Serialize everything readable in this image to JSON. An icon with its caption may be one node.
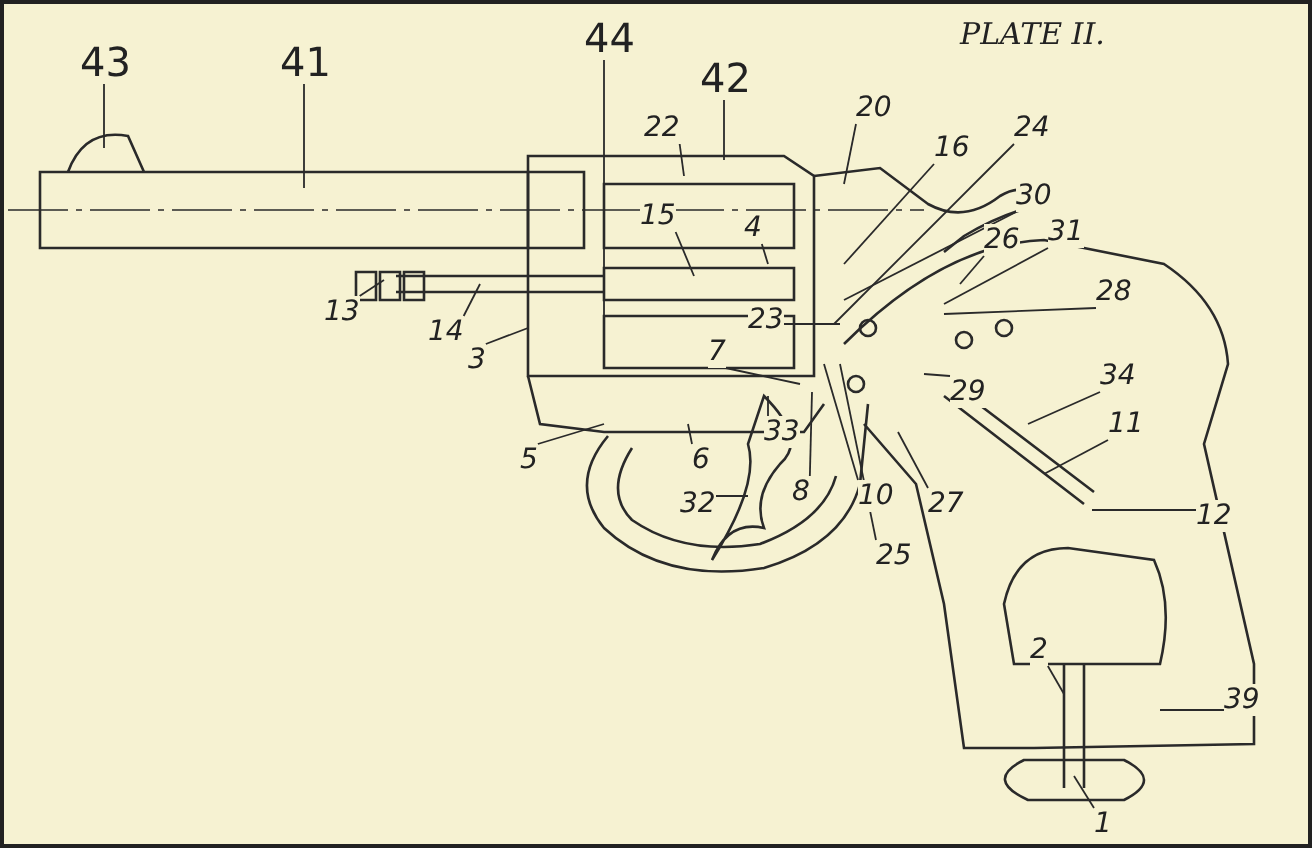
{
  "diagram": {
    "title": "PLATE II.",
    "nodes": [
      {
        "text": [
          "43"
        ]
      },
      {
        "text": [
          "41"
        ]
      },
      {
        "text": [
          "44"
        ]
      },
      {
        "text": [
          "42"
        ]
      },
      {
        "text": [
          "20"
        ]
      },
      {
        "text": [
          "22"
        ]
      },
      {
        "text": [
          "16"
        ]
      },
      {
        "text": [
          "24"
        ]
      },
      {
        "text": [
          "15"
        ]
      },
      {
        "text": [
          "4"
        ]
      },
      {
        "text": [
          "30"
        ]
      },
      {
        "text": [
          "26"
        ]
      },
      {
        "text": [
          "31"
        ]
      },
      {
        "text": [
          "28"
        ]
      },
      {
        "text": [
          "13"
        ]
      },
      {
        "text": [
          "14"
        ]
      },
      {
        "text": [
          "23"
        ]
      },
      {
        "text": [
          "3"
        ]
      },
      {
        "text": [
          "7"
        ]
      },
      {
        "text": [
          "29"
        ]
      },
      {
        "text": [
          "34"
        ]
      },
      {
        "text": [
          "11"
        ]
      },
      {
        "text": [
          "5"
        ]
      },
      {
        "text": [
          "6"
        ]
      },
      {
        "text": [
          "33"
        ]
      },
      {
        "text": [
          "8"
        ]
      },
      {
        "text": [
          "10"
        ]
      },
      {
        "text": [
          "27"
        ]
      },
      {
        "text": [
          "12"
        ]
      },
      {
        "text": [
          "32"
        ]
      },
      {
        "text": [
          "25"
        ]
      },
      {
        "text": [
          "2"
        ]
      },
      {
        "text": [
          "39"
        ]
      },
      {
        "text": [
          "1"
        ]
      }
    ],
    "edges": [
      {
        "from": 0,
        "to": null,
        "arrow": "none"
      },
      {
        "from": 1,
        "to": null,
        "arrow": "none"
      },
      {
        "from": 2,
        "to": null,
        "arrow": "none"
      },
      {
        "from": 3,
        "to": null,
        "arrow": "none"
      },
      {
        "from": 4,
        "to": null,
        "arrow": "none"
      },
      {
        "from": 5,
        "to": null,
        "arrow": "none"
      },
      {
        "from": 6,
        "to": null,
        "arrow": "none"
      },
      {
        "from": 7,
        "to": null,
        "arrow": "none"
      },
      {
        "from": 8,
        "to": null,
        "arrow": "none"
      },
      {
        "from": 9,
        "to": null,
        "arrow": "none"
      },
      {
        "from": 10,
        "to": null,
        "arrow": "none"
      },
      {
        "from": 11,
        "to": null,
        "arrow": "none"
      },
      {
        "from": 12,
        "to": null,
        "arrow": "none"
      },
      {
        "from": 13,
        "to": null,
        "arrow": "none"
      },
      {
        "from": 14,
        "to": null,
        "arrow": "none"
      },
      {
        "from": 15,
        "to": null,
        "arrow": "none"
      },
      {
        "from": 16,
        "to": null,
        "arrow": "none"
      },
      {
        "from": 17,
        "to": null,
        "arrow": "none"
      },
      {
        "from": 18,
        "to": null,
        "arrow": "none"
      },
      {
        "from": 19,
        "to": null,
        "arrow": "none"
      },
      {
        "from": 20,
        "to": null,
        "arrow": "none"
      },
      {
        "from": 21,
        "to": null,
        "arrow": "none"
      },
      {
        "from": 22,
        "to": null,
        "arrow": "none"
      },
      {
        "from": 23,
        "to": null,
        "arrow": "none"
      },
      {
        "from": 24,
        "to": null,
        "arrow": "none"
      },
      {
        "from": 25,
        "to": null,
        "arrow": "none"
      },
      {
        "from": 26,
        "to": null,
        "arrow": "none"
      },
      {
        "from": 27,
        "to": null,
        "arrow": "none"
      },
      {
        "from": 28,
        "to": null,
        "arrow": "none"
      },
      {
        "from": 29,
        "to": null,
        "arrow": "none"
      },
      {
        "from": 30,
        "to": null,
        "arrow": "none"
      },
      {
        "from": 31,
        "to": null,
        "arrow": "none"
      },
      {
        "from": 32,
        "to": null,
        "arrow": "none"
      },
      {
        "from": 33,
        "to": null,
        "arrow": "none"
      }
    ]
  }
}
